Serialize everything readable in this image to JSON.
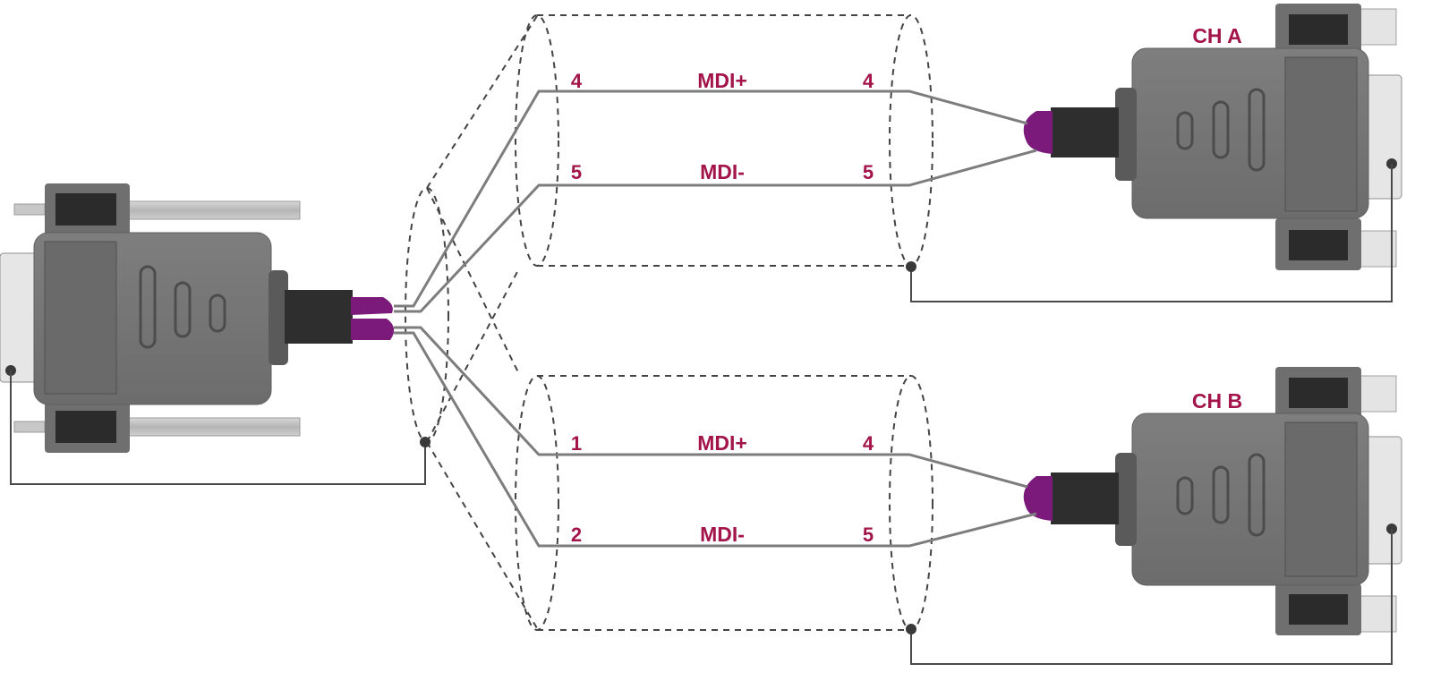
{
  "colors": {
    "label": "#a3154a",
    "wire": "#7d7d7d",
    "connector_body": "#767676",
    "connector_dark": "#5a5a5a",
    "boot": "#7b1a7b",
    "strain_relief": "#2e2e2e",
    "shell": "#e8e8e8"
  },
  "icons": {
    "left_connector": "db-connector-icon",
    "channel_a_connector": "db-connector-icon",
    "channel_b_connector": "db-connector-icon"
  },
  "channels": [
    {
      "label": "CH A",
      "wires": [
        {
          "left_pin": "4",
          "signal": "MDI+",
          "right_pin": "4"
        },
        {
          "left_pin": "5",
          "signal": "MDI-",
          "right_pin": "5"
        }
      ]
    },
    {
      "label": "CH B",
      "wires": [
        {
          "left_pin": "1",
          "signal": "MDI+",
          "right_pin": "4"
        },
        {
          "left_pin": "2",
          "signal": "MDI-",
          "right_pin": "5"
        }
      ]
    }
  ]
}
